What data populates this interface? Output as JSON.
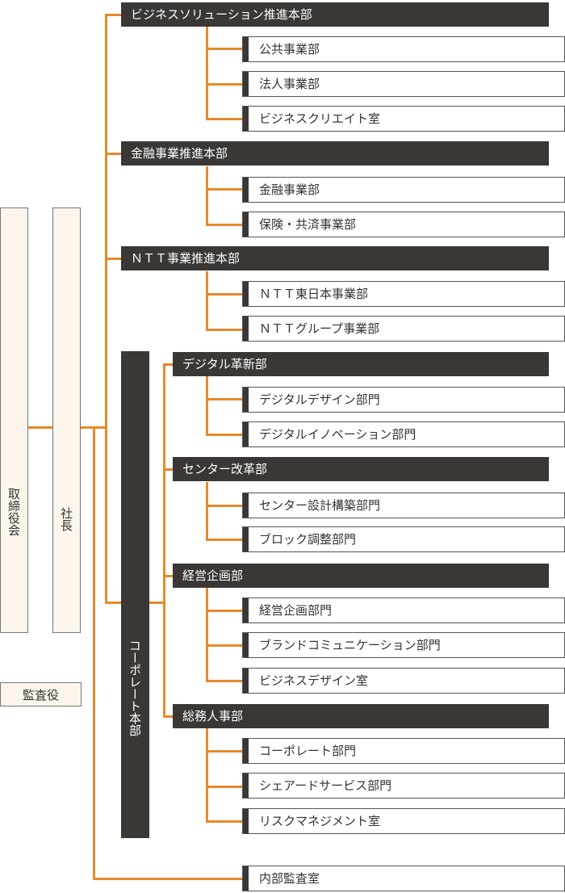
{
  "board": "取締役会",
  "president": "社長",
  "auditor": "監査役",
  "corporate_hq": "コーポレート本部",
  "internal_audit": "内部監査室",
  "divisions": [
    {
      "name": "ビジネスソリューション推進本部",
      "units": [
        "公共事業部",
        "法人事業部",
        "ビジネスクリエイト室"
      ]
    },
    {
      "name": "金融事業推進本部",
      "units": [
        "金融事業部",
        "保険・共済事業部"
      ]
    },
    {
      "name": "ＮＴＴ事業推進本部",
      "units": [
        "ＮＴＴ東日本事業部",
        "ＮＴＴグループ事業部"
      ]
    }
  ],
  "corporate_divisions": [
    {
      "name": "デジタル革新部",
      "units": [
        "デジタルデザイン部門",
        "デジタルイノベーション部門"
      ]
    },
    {
      "name": "センター改革部",
      "units": [
        "センター設計構築部門",
        "ブロック調整部門"
      ]
    },
    {
      "name": "経営企画部",
      "units": [
        "経営企画部門",
        "ブランドコミュニケーション部門",
        "ビジネスデザイン室"
      ]
    },
    {
      "name": "総務人事部",
      "units": [
        "コーポレート部門",
        "シェアードサービス部門",
        "リスクマネジメント室"
      ]
    }
  ]
}
